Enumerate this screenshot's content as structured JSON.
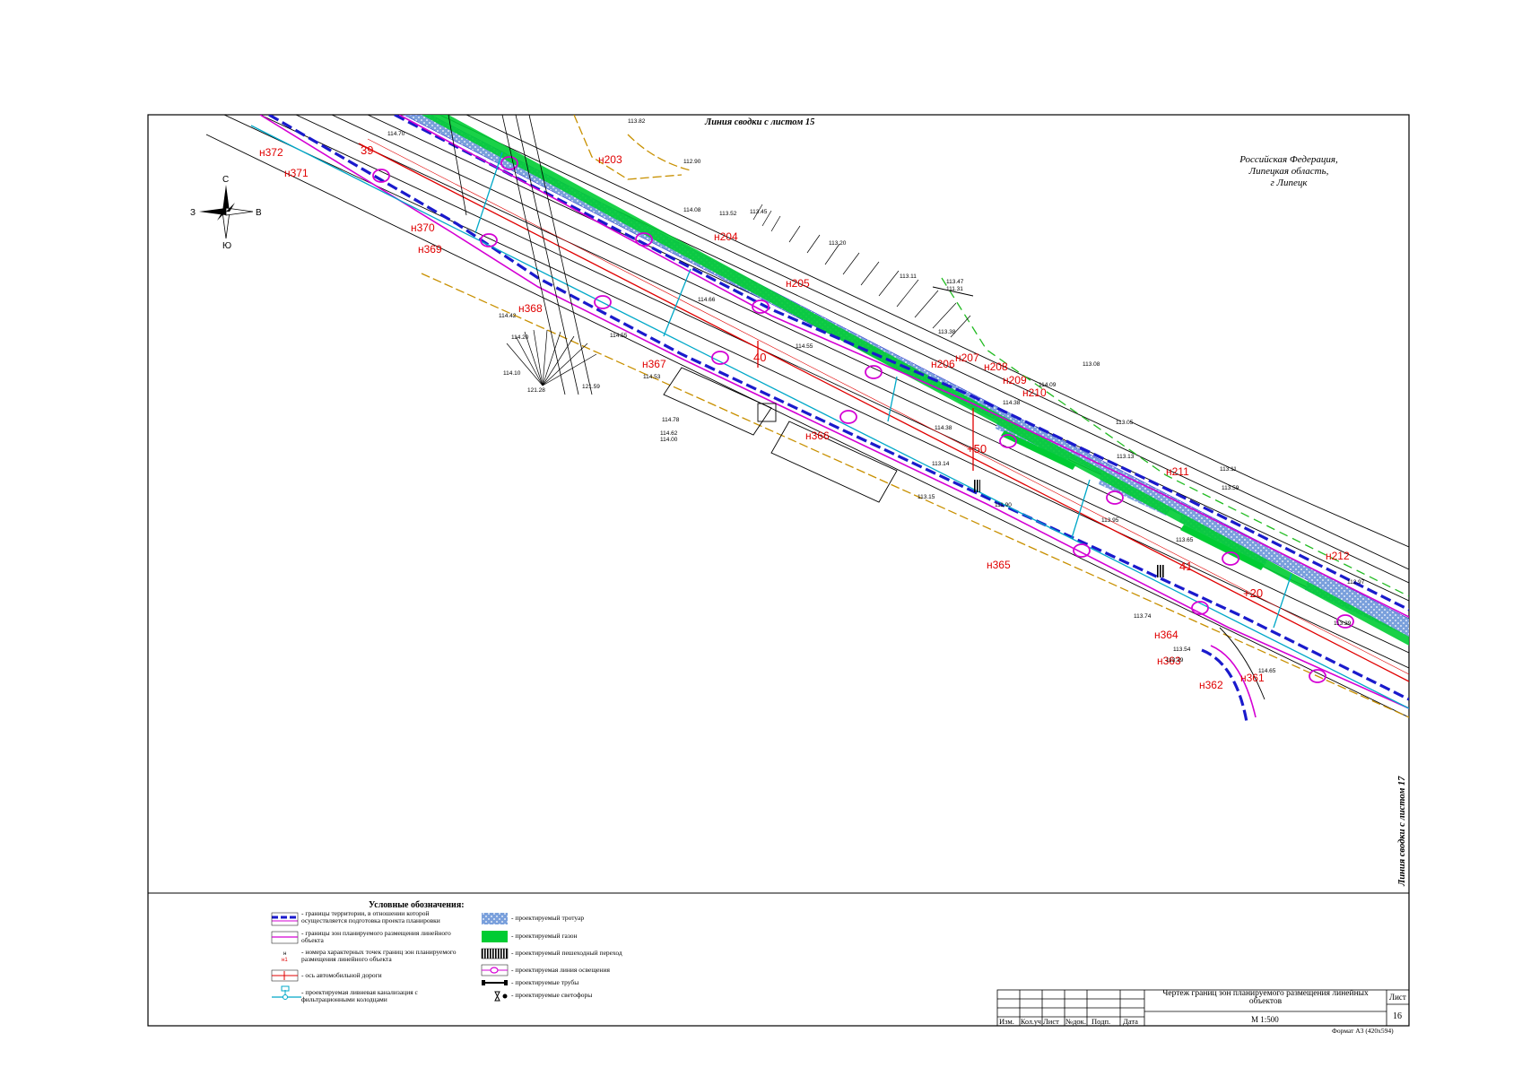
{
  "header": {
    "matchline_top": "Линия сводки с листом 15",
    "matchline_right": "Линия сводки с листом 17",
    "location": [
      "Российская Федерация,",
      "Липецкая область,",
      "г Липецк"
    ]
  },
  "compass": {
    "north": "С",
    "south": "Ю",
    "west": "З",
    "east": "В"
  },
  "points": {
    "p203": "н203",
    "p204": "н204",
    "p205": "н205",
    "p206": "н206",
    "p207": "н207",
    "p208": "н208",
    "p209": "н209",
    "p210": "н210",
    "p211": "н211",
    "p212": "н212",
    "p361": "н361",
    "p362": "н362",
    "p363": "н363",
    "p364": "н364",
    "p365": "н365",
    "p366": "н366",
    "p367": "н367",
    "p368": "н368",
    "p369": "н369",
    "p370": "н370",
    "p371": "н371",
    "p372": "н372"
  },
  "pickets": {
    "pk39": "39",
    "pk40": "40",
    "pk41": "41",
    "plus50": "+50",
    "plus20": "+20"
  },
  "elevations": {
    "e1": "114.70",
    "e2": "113.82",
    "e3": "112.90",
    "e4": "114.08",
    "e5": "113.52",
    "e6": "113.45",
    "e7": "113.20",
    "e8": "113.11",
    "e9": "113.47",
    "e10": "111.31",
    "e11": "113.38",
    "e12": "113.08",
    "e13": "114.09",
    "e14": "113.05",
    "e15": "113.11",
    "e16": "113.59",
    "e17": "113.65",
    "e18": "113.13",
    "e19": "114.42",
    "e20": "114.20",
    "e21": "114.10",
    "e22": "121.28",
    "e23": "121.59",
    "e24": "114.55",
    "e25": "114.53",
    "e26": "114.66",
    "e27": "114.55",
    "e28": "114.62",
    "e29": "114.00",
    "e30": "114.78",
    "e31": "113.14",
    "e32": "113.15",
    "e33": "111.90",
    "e34": "113.74",
    "e35": "113.54",
    "e36": "113.39",
    "e37": "113.29",
    "e38": "112.97",
    "e39": "114.38",
    "e40": "113.95",
    "e41": "114.38",
    "e42": "114.65"
  },
  "legend": {
    "title": "Условные обозначения:",
    "items": [
      "- границы территории, в отношении которой осуществляется подготовка проекта планировки",
      "- границы зон планируемого размещения линейного объекта",
      "- номера характерных точек границ зон планируемого размещения линейного объекта",
      "- ось автомобильной дороги",
      "- проектируемая ливневая канализация с фильтрационными колодцами",
      "- проектируемый тротуар",
      "- проектируемый газон",
      "- проектируемый пешеходный переход",
      "- проектируемая линия освещения",
      "- проектируемые трубы",
      "- проектируемые светофоры"
    ],
    "point_sample_top": "н",
    "point_sample_bottom": "н1"
  },
  "title_block": {
    "title": "Чертеж границ зон планируемого размещения линейных объектов",
    "scale": "М 1:500",
    "sheet_label": "Лист",
    "sheet_number": "16",
    "cols": [
      "Изм.",
      "Кол.уч",
      "Лист",
      "№док.",
      "Подп.",
      "Дата"
    ],
    "format": "Формат А3 (420x594)"
  },
  "colors": {
    "territory_border": "#1a1acc",
    "zone_border": "#d400d4",
    "road_axis": "#e00000",
    "drainage": "#00a8c8",
    "sidewalk": "#6a8fd0",
    "lawn": "#00cc33",
    "lighting": "#d400d4",
    "green_dash": "#22bb22",
    "pipe": "#c89000"
  }
}
